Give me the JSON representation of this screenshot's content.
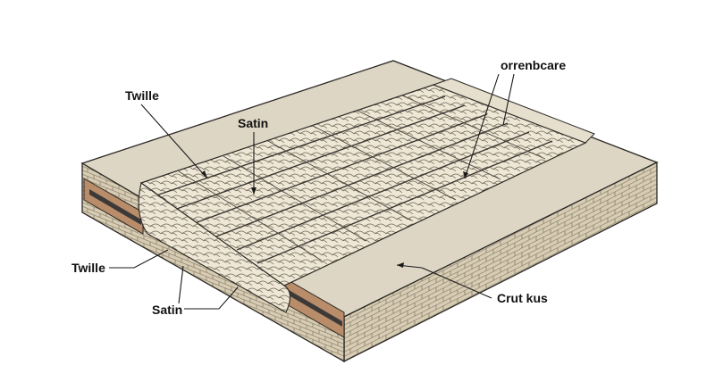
{
  "labels": {
    "twill_top": "Twille",
    "satin_top": "Satin",
    "orrenbcare": "orrenbcare",
    "twill_left": "Twille",
    "satin_bottom": "Satin",
    "crutkus": "Crut kus"
  },
  "colors": {
    "top_surface": "#ddd6c4",
    "side_face": "#d8cdb4",
    "brick_line": "#8a7f6a",
    "weave": "#eee7d6",
    "weave_line": "#6d6454",
    "inner_layer": "#b98c6a",
    "rod": "#3c3a38",
    "outline": "#2a2824"
  }
}
